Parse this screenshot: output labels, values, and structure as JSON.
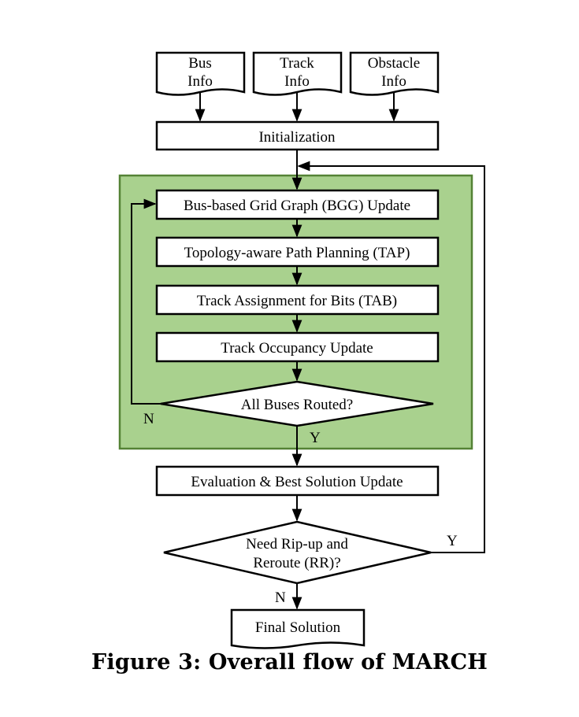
{
  "inputs": {
    "bus": [
      "Bus",
      "Info"
    ],
    "track": [
      "Track",
      "Info"
    ],
    "obstacle": [
      "Obstacle",
      "Info"
    ]
  },
  "steps": {
    "initialization": "Initialization",
    "bgg_update": "Bus-based Grid Graph (BGG) Update",
    "tap": "Topology-aware Path Planning (TAP)",
    "tab": "Track Assignment for Bits (TAB)",
    "occupancy": "Track Occupancy Update",
    "evaluation": "Evaluation & Best Solution Update"
  },
  "decisions": {
    "all_routed": "All Buses Routed?",
    "rip_up": [
      "Need Rip-up and",
      "Reroute (RR)?"
    ]
  },
  "branches": {
    "all_routed_no": "N",
    "all_routed_yes": "Y",
    "rip_up_yes": "Y",
    "rip_up_no": "N"
  },
  "output": "Final Solution",
  "caption": "Figure 3: Overall flow of MARCH",
  "colors": {
    "loop_region_fill": "#a9d18e",
    "loop_region_border": "#548235",
    "stroke": "#000000"
  }
}
